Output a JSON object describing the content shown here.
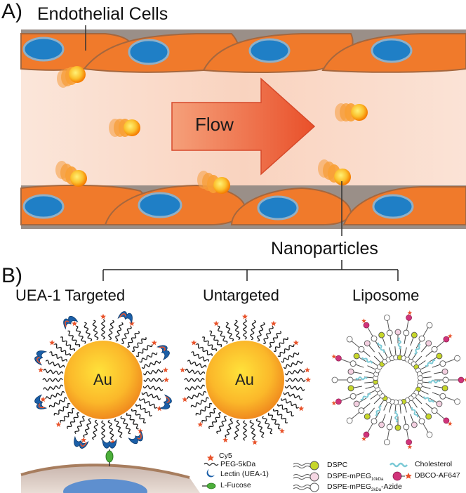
{
  "panel_a": {
    "label": "A)",
    "endothelial_label": "Endothelial Cells",
    "flow_label": "Flow",
    "nanoparticles_label": "Nanoparticles"
  },
  "panel_b": {
    "label": "B)",
    "uea_title": "UEA-1 Targeted",
    "untargeted_title": "Untargeted",
    "liposome_title": "Liposome",
    "gold_core_label": "Au"
  },
  "legend": {
    "cy5": "Cy5",
    "peg": "PEG-5kDa",
    "lectin": "Lectin (UEA-1)",
    "fucose": "L-Fucose",
    "dspc": "DSPC",
    "dspe_mpeg_prefix": "DSPE-mPEG",
    "dspe_mpeg_sub": "10kDa",
    "dspe_azide_prefix": "DSPE-mPEG",
    "dspe_azide_sub": "2kDa",
    "dspe_azide_suffix": "-Azide",
    "cholesterol": "Cholesterol",
    "dbco": "DBCO-AF647"
  },
  "colors": {
    "cell": "#f07a2b",
    "nucleus": "#1f7fc6",
    "gold_core": "#f9a825",
    "cy5": "#e8532b",
    "lectin": "#1b5fa8",
    "fucose": "#4caf3a",
    "dspc": "#c6d62a",
    "dbco": "#d0337a",
    "lumen": "#fbdcca",
    "arrow": "#ea5a34"
  }
}
